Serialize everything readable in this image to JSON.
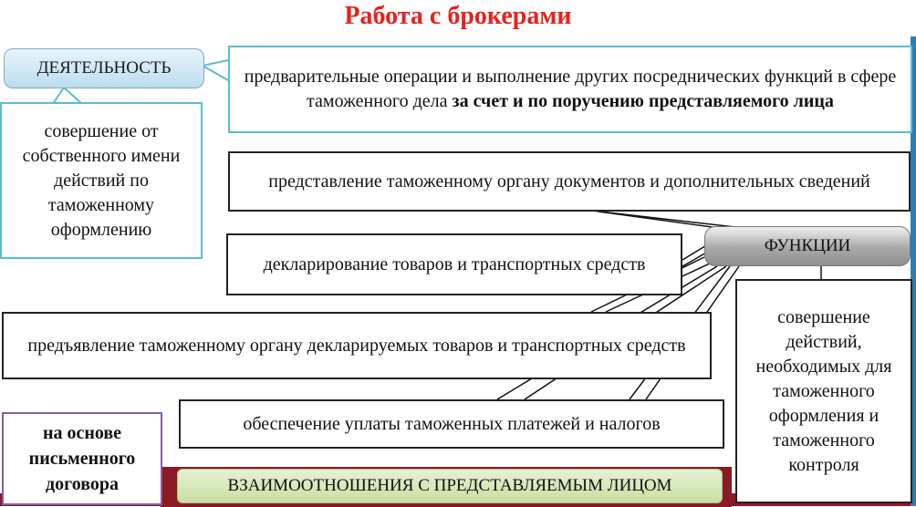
{
  "title": "Работа с брокерами",
  "activity": {
    "label": "ДЕЯТЕЛЬНОСТЬ",
    "own_name": "совершение от собственного имени действий по таможенному оформлению",
    "on_behalf_normal": "предварительные операции и выполнение других посреднических функций в сфере таможенного дела ",
    "on_behalf_bold": "за счет и по поручению представляемого лица"
  },
  "functions": {
    "label": "ФУНКЦИИ",
    "items": [
      "представление таможенному органу документов и дополнительных сведений",
      "декларирование товаров и транспортных средств",
      "предъявление таможенному органу декларируемых товаров и транспортных средств",
      "обеспечение уплаты таможенных платежей и налогов"
    ],
    "customs_actions": "совершение действий, необходимых для таможенного оформления и таможенного контроля"
  },
  "relations": {
    "label": "ВЗАИМООТНОШЕНИЯ С ПРЕДСТАВЛЯЕМЫМ ЛИЦОМ",
    "basis": "на основе письменного договора"
  },
  "colors": {
    "title": "#e8211c",
    "teal_border": "#57bfd0",
    "purple_border": "#8a5aa6"
  }
}
